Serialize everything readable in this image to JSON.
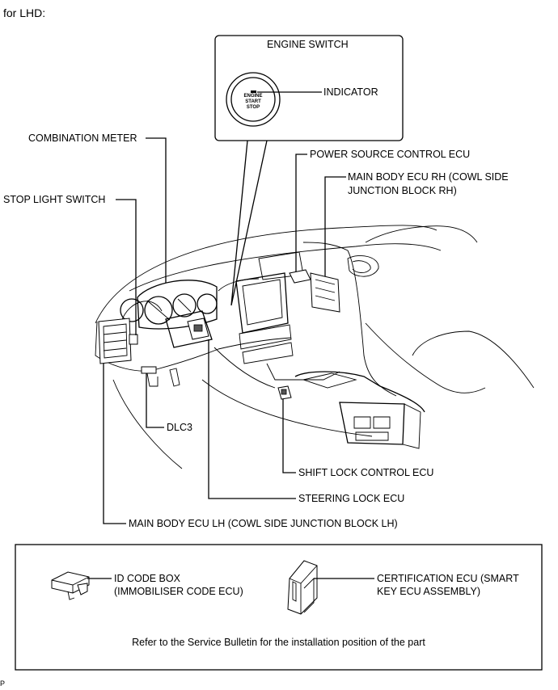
{
  "header": {
    "text": "for LHD:"
  },
  "inset": {
    "title": "ENGINE SWITCH",
    "indicator": "INDICATOR",
    "button_lines": [
      "ENGINE",
      "START",
      "STOP"
    ]
  },
  "labels": {
    "combination_meter": "COMBINATION METER",
    "stop_light_switch": "STOP LIGHT SWITCH",
    "power_source_control_ecu": "POWER SOURCE CONTROL ECU",
    "main_body_ecu_rh_1": "MAIN BODY ECU RH (COWL SIDE",
    "main_body_ecu_rh_2": "JUNCTION BLOCK RH)",
    "dlc3": "DLC3",
    "shift_lock_control_ecu": "SHIFT LOCK CONTROL ECU",
    "steering_lock_ecu": "STEERING LOCK ECU",
    "main_body_ecu_lh": "MAIN BODY ECU LH (COWL SIDE JUNCTION BLOCK LH)"
  },
  "service_box": {
    "id_code_box_1": "ID CODE BOX",
    "id_code_box_2": "(IMMOBILISER CODE ECU)",
    "certification_ecu_1": "CERTIFICATION ECU (SMART",
    "certification_ecu_2": "KEY ECU ASSEMBLY)",
    "note": "Refer to the Service Bulletin for the installation position of the part"
  },
  "footer": {
    "code": "P"
  }
}
